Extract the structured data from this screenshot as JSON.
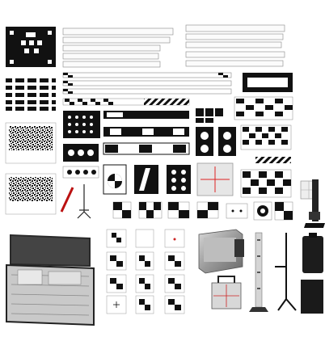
{
  "scene": {
    "description_items": [
      {
        "name": "calibration-target-set"
      },
      {
        "name": "aluminium-carry-case"
      },
      {
        "name": "stand-and-frames"
      },
      {
        "name": "laser-device-case"
      }
    ]
  }
}
